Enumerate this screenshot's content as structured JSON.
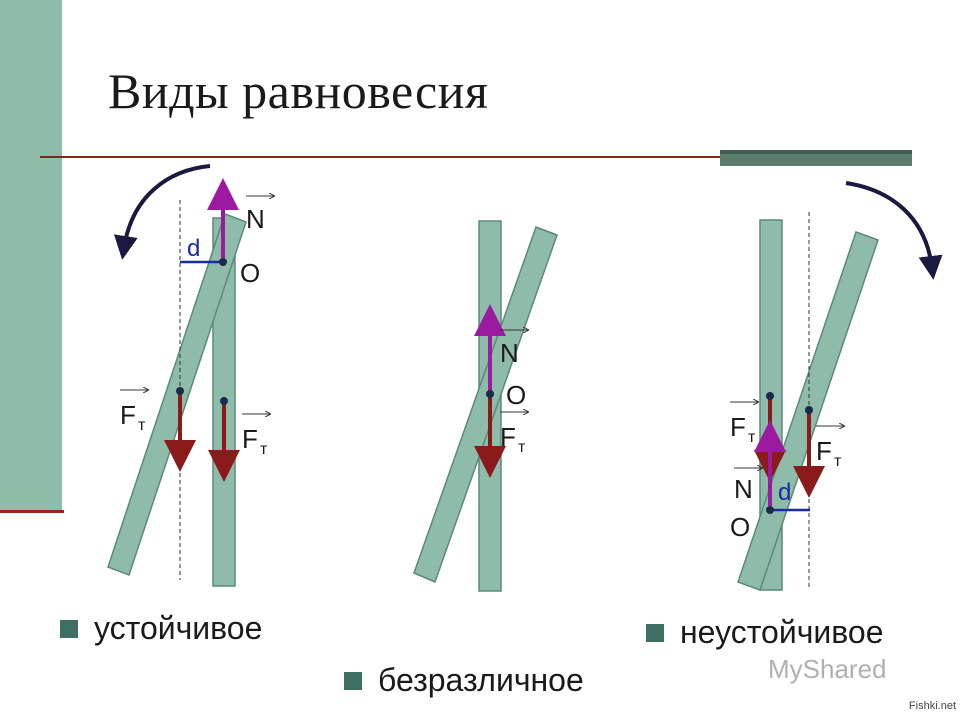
{
  "title": "Виды равновесия",
  "labels": {
    "N": "N",
    "O": "O",
    "F": "F",
    "F_sub": "т",
    "d": "d"
  },
  "legend": {
    "stable": "устойчивое",
    "neutral": "безразличное",
    "unstable": "неустойчивое"
  },
  "watermark": "MyShared",
  "site": "Fishki.net",
  "colors": {
    "rod": "#8fbcaa",
    "rod_stroke": "#5a8a78",
    "gravity_arrow": "#8b1a1a",
    "normal_arrow": "#9b1aa0",
    "lever_line": "#1a2aa0",
    "rotation_arrow": "#1a1a40"
  }
}
